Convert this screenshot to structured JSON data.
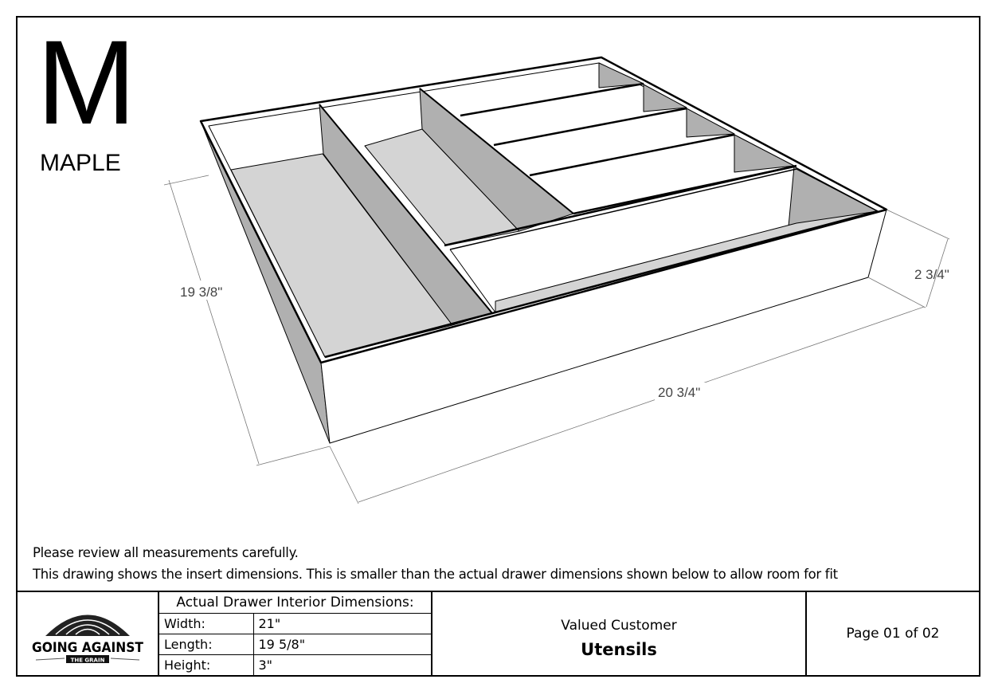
{
  "header": {
    "species_letter": "M",
    "species_name": "MAPLE"
  },
  "drawing": {
    "dimensions": {
      "length": "19 3/8\"",
      "width": "20 3/4\"",
      "height": "2 3/4\""
    },
    "colors": {
      "floor": "#d4d4d4",
      "wall_shade": "#b0b0b0",
      "line": "#000000"
    }
  },
  "notes": [
    "Please review all measurements carefully.",
    "This drawing shows the insert dimensions. This is smaller than the actual drawer dimensions shown below to allow room for fit"
  ],
  "title_block": {
    "logo_text": "GOING AGAINST THE GRAIN",
    "dims_header": "Actual Drawer Interior Dimensions:",
    "dims": [
      {
        "label": "Width:",
        "value": "21\""
      },
      {
        "label": "Length:",
        "value": "19 5/8\""
      },
      {
        "label": "Height:",
        "value": "3\""
      }
    ],
    "customer": "Valued Customer",
    "project": "Utensils",
    "page": "Page 01 of 02"
  }
}
